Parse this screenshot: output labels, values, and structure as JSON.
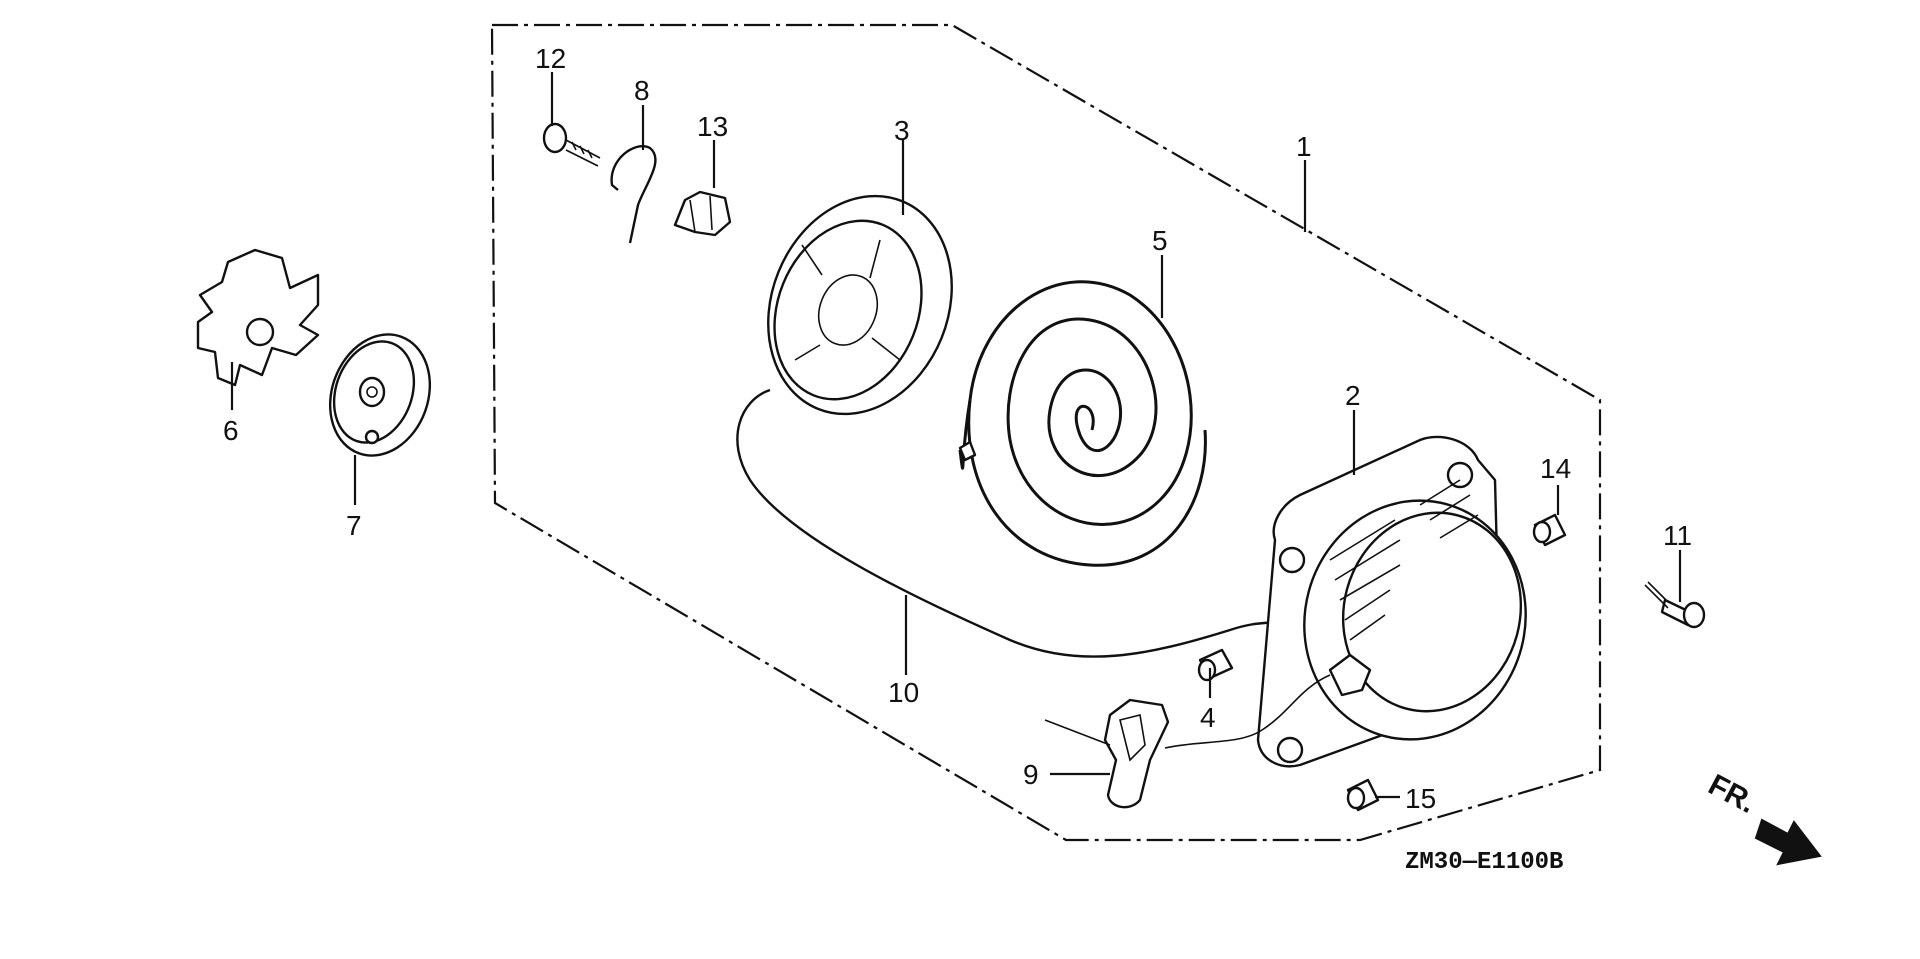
{
  "callouts": [
    "1",
    "2",
    "3",
    "4",
    "5",
    "6",
    "7",
    "8",
    "9",
    "10",
    "11",
    "12",
    "13",
    "14",
    "15"
  ],
  "figure_code": "ZM30—E1100B",
  "forward_marker": "FR.",
  "parts": [
    {
      "id": "1",
      "name": "recoil-starter-assembly-outline"
    },
    {
      "id": "2",
      "name": "starter-case"
    },
    {
      "id": "3",
      "name": "reel"
    },
    {
      "id": "4",
      "name": "collar"
    },
    {
      "id": "5",
      "name": "spiral-spring"
    },
    {
      "id": "6",
      "name": "starter-pulley"
    },
    {
      "id": "7",
      "name": "pulley-plate"
    },
    {
      "id": "8",
      "name": "return-spring-clip"
    },
    {
      "id": "9",
      "name": "starter-grip"
    },
    {
      "id": "10",
      "name": "starter-rope"
    },
    {
      "id": "11",
      "name": "flange-bolt"
    },
    {
      "id": "12",
      "name": "tapping-screw"
    },
    {
      "id": "13",
      "name": "rope-guide"
    },
    {
      "id": "14",
      "name": "spacer-collar"
    },
    {
      "id": "15",
      "name": "spacer-collar"
    }
  ]
}
